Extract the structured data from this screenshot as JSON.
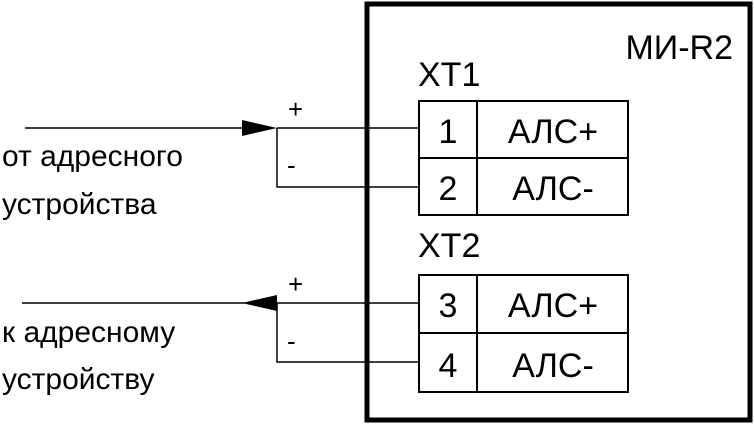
{
  "module": {
    "name": "МИ-R2"
  },
  "blocks": [
    {
      "name": "XT1",
      "terminals": [
        {
          "number": "1",
          "signal": "АЛС+"
        },
        {
          "number": "2",
          "signal": "АЛС-"
        }
      ]
    },
    {
      "name": "XT2",
      "terminals": [
        {
          "number": "3",
          "signal": "АЛС+"
        },
        {
          "number": "4",
          "signal": "АЛС-"
        }
      ]
    }
  ],
  "input": {
    "line1": "от адресного",
    "line2": "устройства",
    "plus": "+",
    "minus": "-"
  },
  "output": {
    "line1": "к адресному",
    "line2": "устройству",
    "plus": "+",
    "minus": "-"
  },
  "colors": {
    "stroke": "#000000",
    "background": "#ffffff"
  }
}
